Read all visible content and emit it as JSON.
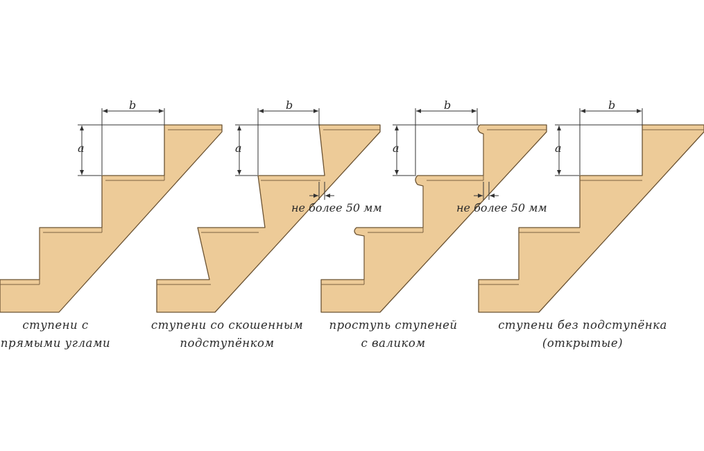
{
  "diagram": {
    "colors": {
      "wood": "#edcb98",
      "outline": "#6b5333",
      "line": "#333333",
      "background": "#ffffff"
    },
    "dimension_letters": {
      "tread": "b",
      "riser": "a"
    },
    "note_max_50": "не более 50 мм",
    "panels": [
      {
        "caption_line1": "ступени с",
        "caption_line2": "прямыми углами"
      },
      {
        "caption_line1": "ступени со скошенным",
        "caption_line2": "подступёнком"
      },
      {
        "caption_line1": "проступь ступеней",
        "caption_line2": "с валиком"
      },
      {
        "caption_line1": "ступени без подступёнка",
        "caption_line2": "(открытые)"
      }
    ]
  }
}
